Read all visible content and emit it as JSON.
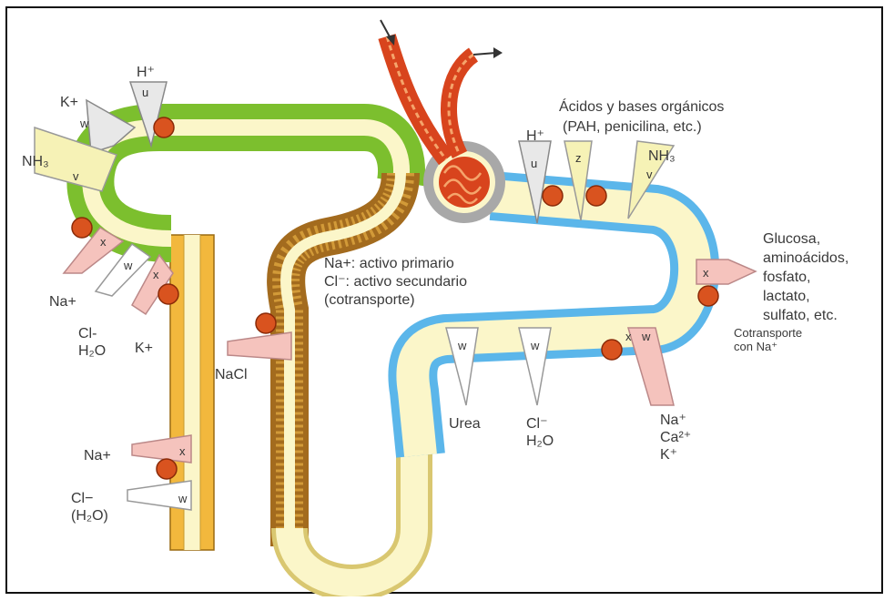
{
  "labels": {
    "h_top_left": "H⁺",
    "k_plus": "K+",
    "nh3_left": "NH₃",
    "na_left": "Na+",
    "cl_h2o_left": "Cl-\nH₂O",
    "k_plus_lower": "K+",
    "nacl": "NaCl",
    "na_collect": "Na+",
    "cl_h2o_collect": "Cl−\n(H₂O)",
    "loop_text_1": "Na+: activo primario",
    "loop_text_2": "Cl⁻:  activo secundario",
    "loop_text_3": "(cotransporte)",
    "organic_1": "Ácidos y bases orgánicos",
    "organic_2": "(PAH, penicilina,    etc.)",
    "h_right": "H⁺",
    "nh3_right": "NH₃",
    "glucose": "Glucosa,\naminoácidos,\nfosfato,\nlactato,\nsulfato, etc.",
    "cotransport": "Cotransporte\ncon Na⁺",
    "urea": "Urea",
    "cl_h2o_right": "Cl⁻\nH₂O",
    "na_ca_k": "Na⁺\nCa²⁺\nK⁺"
  },
  "letters": {
    "u1": "u",
    "w1": "w",
    "v1": "v",
    "x1": "x",
    "w2": "w",
    "x2": "x",
    "x3": "x",
    "w3": "w",
    "u2": "u",
    "z1": "z",
    "v2": "v",
    "x4": "x",
    "x5": "x",
    "w4": "w",
    "w5": "w",
    "w6": "w"
  },
  "colors": {
    "green": "#7cbf2e",
    "blue": "#5bb6ea",
    "lumen": "#fbf6c9",
    "brown": "#a36b1e",
    "orange": "#f2b83d",
    "pump": "#d9531f",
    "artery": "#d8441d",
    "capsule": "#a8a8a8"
  }
}
